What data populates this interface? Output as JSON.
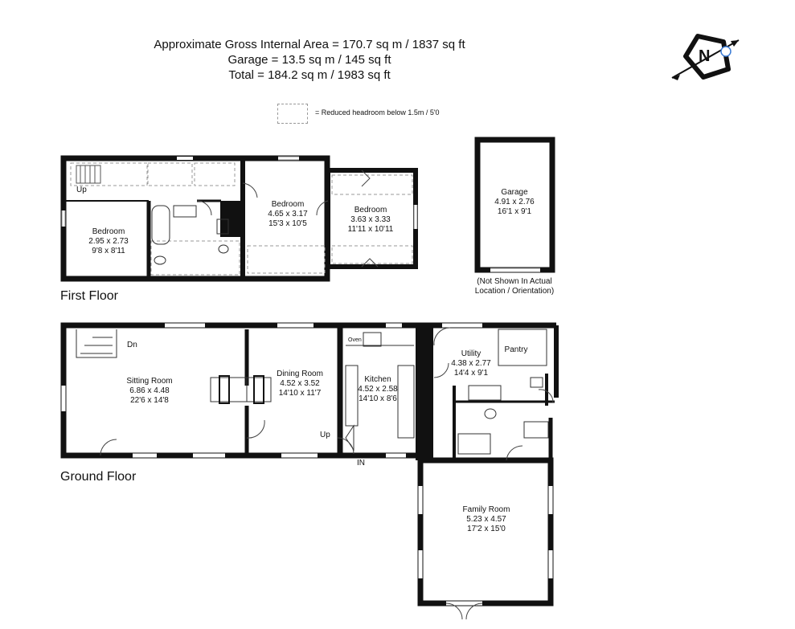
{
  "header": {
    "line1": "Approximate Gross Internal Area = 170.7 sq m / 1837 sq ft",
    "line2": "Garage = 13.5 sq m / 145 sq ft",
    "line3": "Total = 184.2 sq m / 1983 sq ft"
  },
  "legend": {
    "text": "= Reduced headroom below 1.5m / 5'0"
  },
  "compass": {
    "letter": "N"
  },
  "first_floor": {
    "title": "First Floor",
    "up_label": "Up",
    "rooms": [
      {
        "name": "Bedroom",
        "metric": "2.95 x 2.73",
        "imperial": "9'8 x 8'11"
      },
      {
        "name": "Bedroom",
        "metric": "4.65 x 3.17",
        "imperial": "15'3 x 10'5"
      },
      {
        "name": "Bedroom",
        "metric": "3.63 x 3.33",
        "imperial": "11'11 x 10'11"
      }
    ]
  },
  "garage": {
    "name": "Garage",
    "metric": "4.91 x 2.76",
    "imperial": "16'1 x 9'1",
    "note_line1": "(Not Shown In Actual",
    "note_line2": "Location / Orientation)"
  },
  "ground_floor": {
    "title": "Ground Floor",
    "dn_label": "Dn",
    "up_label": "Up",
    "in_label": "IN",
    "oven_label": "Oven",
    "rooms": [
      {
        "name": "Sitting Room",
        "metric": "6.86 x 4.48",
        "imperial": "22'6 x 14'8"
      },
      {
        "name": "Dining Room",
        "metric": "4.52 x 3.52",
        "imperial": "14'10 x 11'7"
      },
      {
        "name": "Kitchen",
        "metric": "4.52 x 2.58",
        "imperial": "14'10 x 8'6"
      },
      {
        "name": "Utility",
        "metric": "4.38 x 2.77",
        "imperial": "14'4 x 9'1"
      },
      {
        "name": "Pantry",
        "metric": "",
        "imperial": ""
      },
      {
        "name": "Family Room",
        "metric": "5.23 x 4.57",
        "imperial": "17'2 x 15'0"
      }
    ]
  }
}
